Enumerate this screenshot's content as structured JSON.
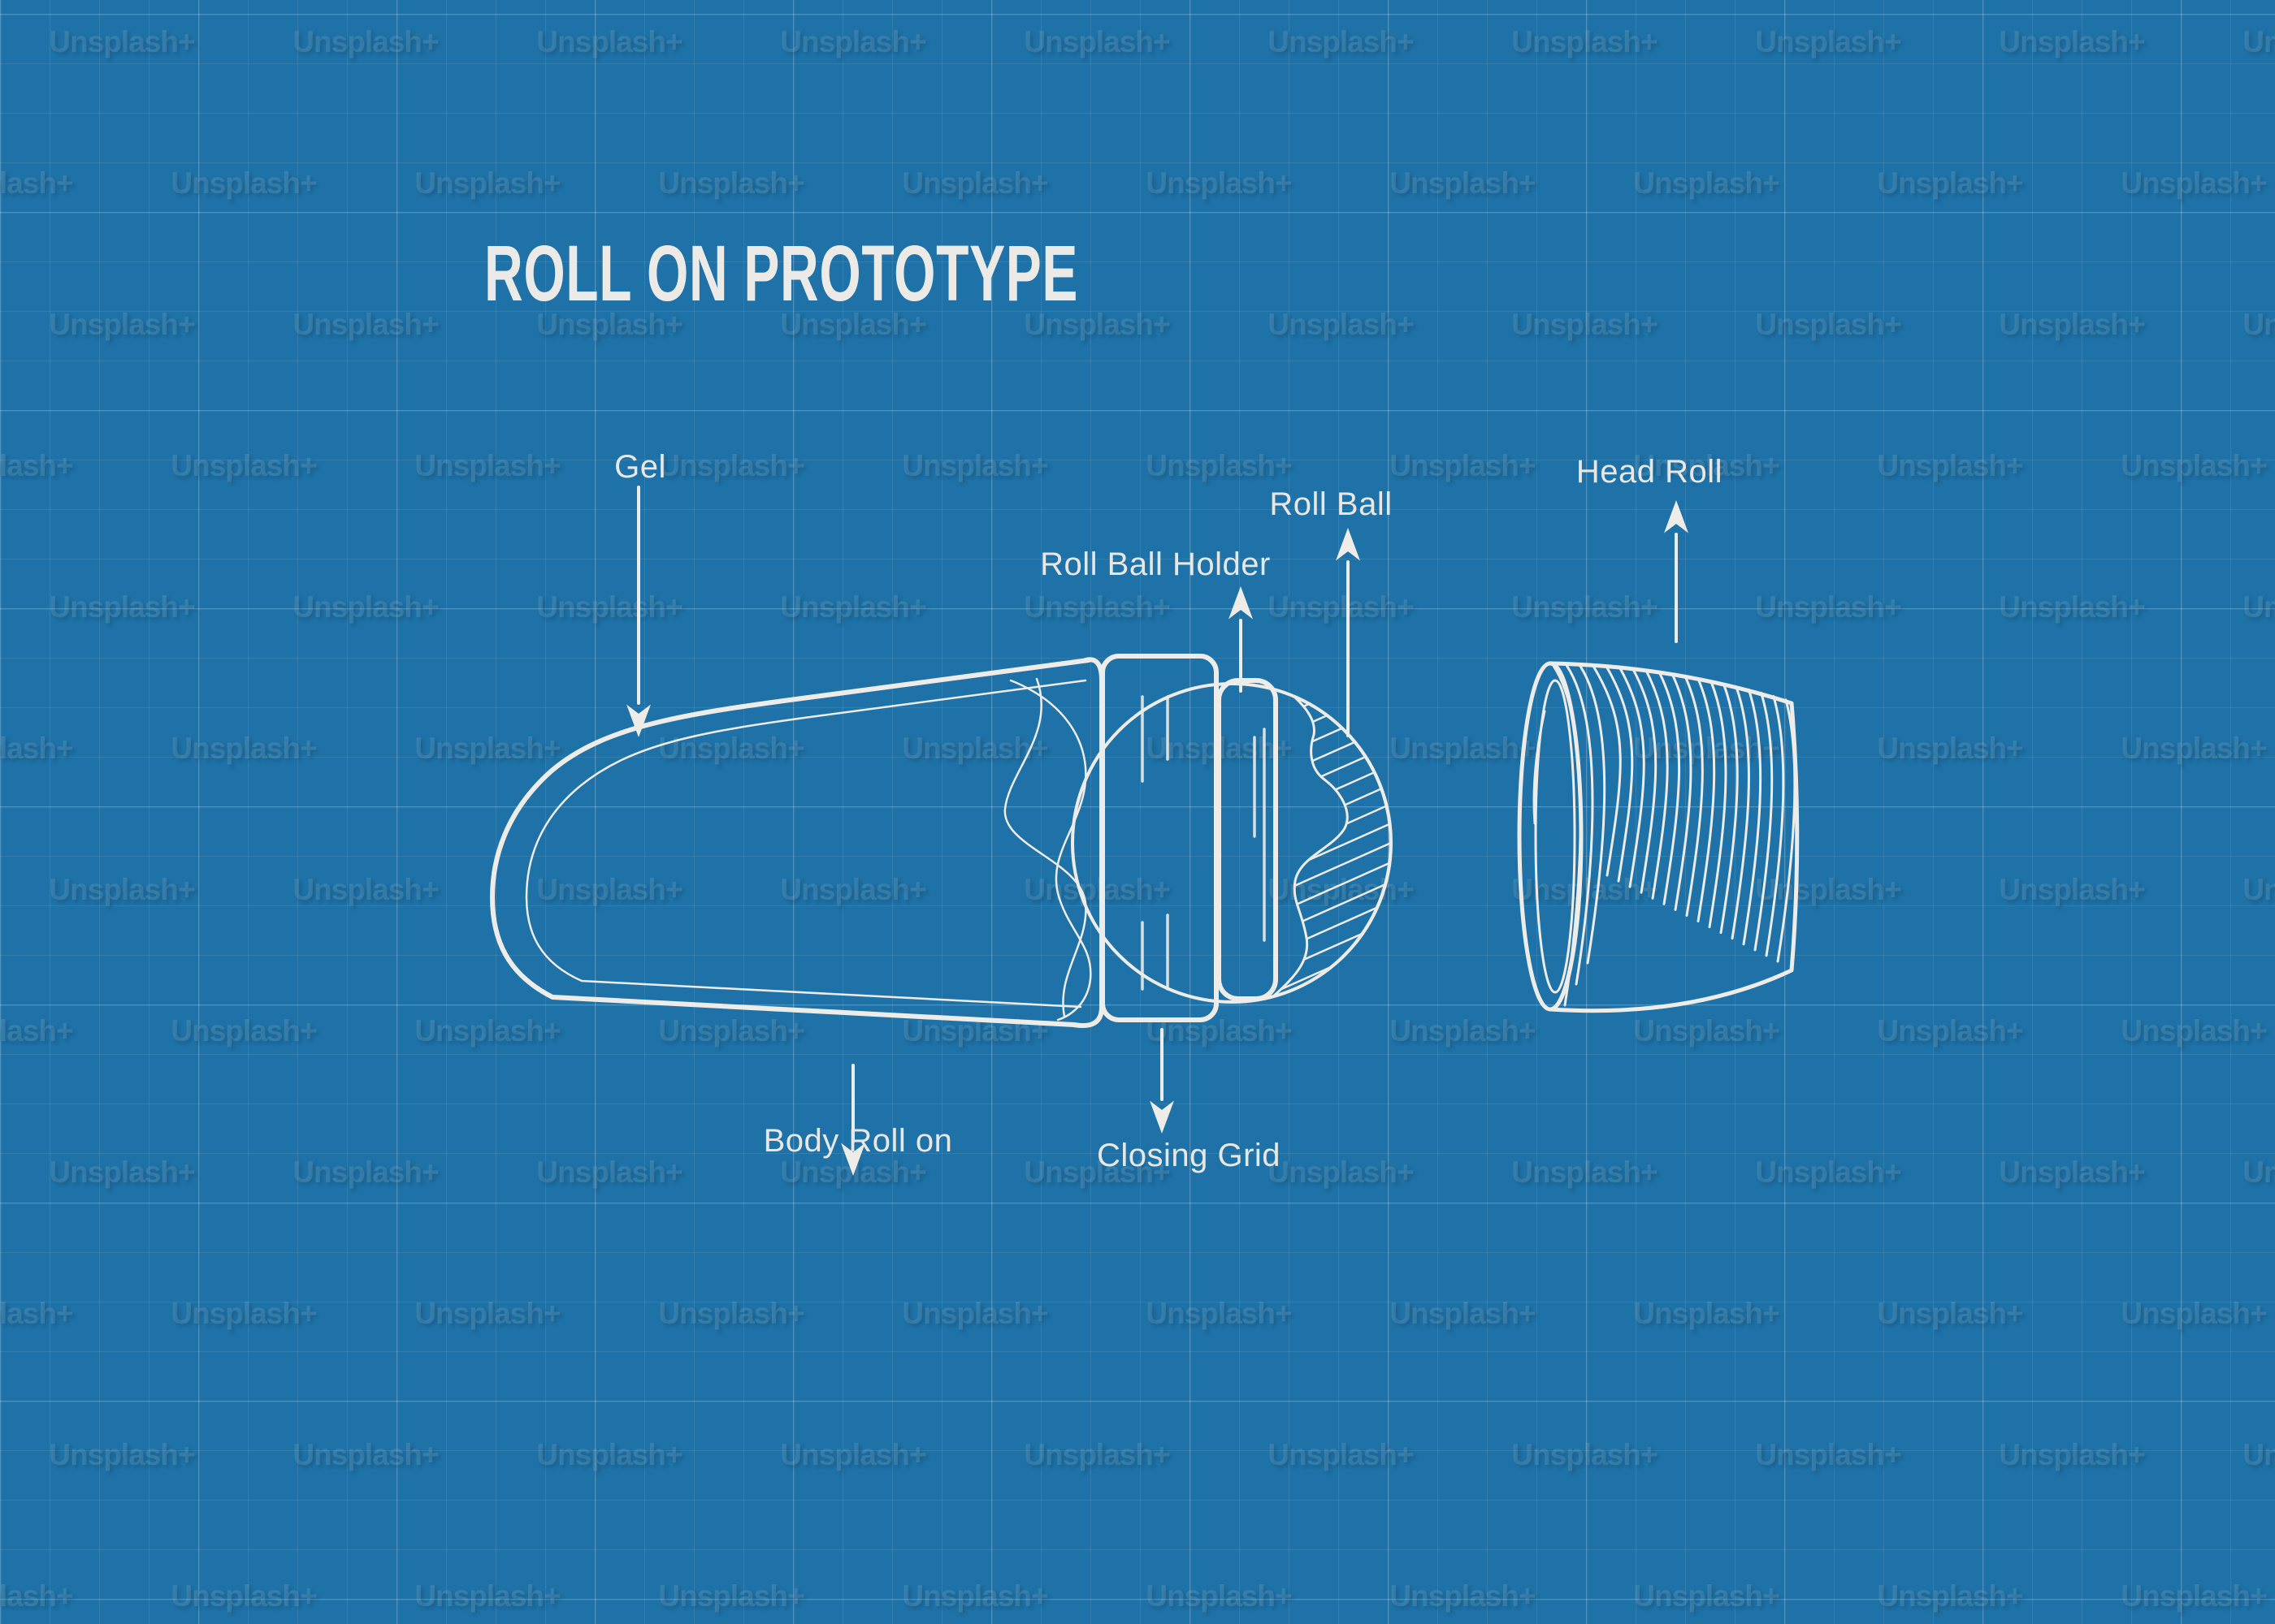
{
  "title": "ROLL ON PROTOTYPE",
  "watermark": {
    "text": "Unsplash+"
  },
  "diagram": {
    "type": "blueprint-exploded-view",
    "subject": "roll on deodorant prototype",
    "labels": {
      "gel": "Gel",
      "roll_ball_holder": "Roll Ball Holder",
      "roll_ball": "Roll Ball",
      "head_roll": "Head Roll",
      "body_roll_on": "Body Roll on",
      "closing_grid": "Closing Grid"
    },
    "colors": {
      "background": "#1e72a7",
      "line": "#eeece8",
      "grid_minor": "rgba(255,255,255,0.085)",
      "grid_major": "rgba(255,255,255,0.15)",
      "watermark": "rgba(210,225,235,0.15)",
      "title_text": "#eceae6",
      "label_text": "#e9e7e3"
    }
  }
}
